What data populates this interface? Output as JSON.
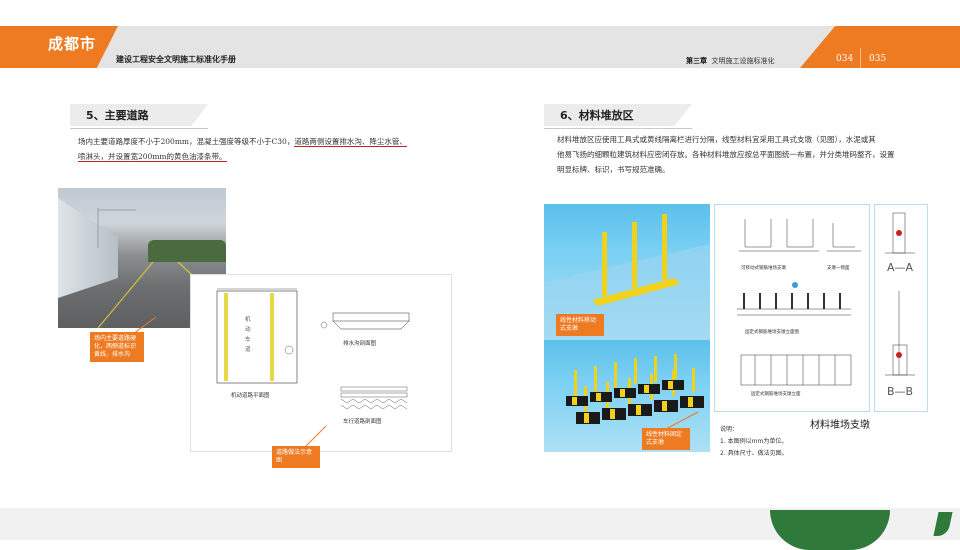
{
  "header": {
    "logo": "成都市",
    "manual_title": "建设工程安全文明施工标准化手册",
    "chapter_num": "第三章",
    "chapter_title": "文明施工设施标准化",
    "page_left": "034",
    "page_right": "035"
  },
  "left": {
    "section_title": "5、主要道路",
    "para_line1_a": "场内主要道路厚度不小于200mm，混凝土强度等级不小于C30，",
    "para_line1_b": "道路两侧设置排水沟、降尘水管、",
    "para_line2": "喷淋头，并设置宽200mm的黄色油漆条带。",
    "photo_label": "场内主要道路硬化，两侧道标识黄线，排水沟",
    "drawing_road_text": "机动车道",
    "drawing_caption": "机动道路平面图",
    "drainage_caption": "排水沟剖面图",
    "section_caption": "车行道路剖面图",
    "drawing_label": "道路做法示意图"
  },
  "right": {
    "section_title": "6、材料堆放区",
    "para_line1": "材料堆放区应使用工具式或黄线隔离栏进行分隔，线型材料宜采用工具式支墩（见图），水泥或其",
    "para_line2": "他易飞扬的细颗粒建筑材料应密闭存放。各种材料堆放应按总平面图统一布置，并分类堆码整齐，设置",
    "para_line3": "明显标牌、标识，书写规范准确。",
    "label_movable": "线性材料移动式支墩",
    "label_fixed": "线性材料固定式支墩",
    "drawing_title": "材料堆场支墩",
    "cap_movable_plan": "可移动式钢筋堆场支墩",
    "cap_elevation": "支墩一侧面",
    "cap_fixed_plan": "固定式钢筋堆场支墩立面图",
    "cap_fixed_elev": "固定式钢筋堆场支墩立面",
    "section_aa": "A—A",
    "section_bb": "B—B",
    "notes_title": "说明：",
    "note1": "1. 本图例以mm为单位。",
    "note2": "2. 具体尺寸、做法见图。"
  },
  "colors": {
    "accent": "#ee7a22",
    "header_gray": "#e4e4e4",
    "underline_red": "#c9211e",
    "drawing_blue": "#3a9ad9"
  }
}
